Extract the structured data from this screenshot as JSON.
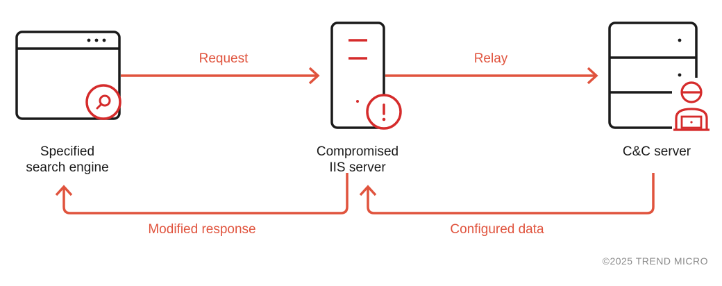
{
  "colors": {
    "stroke": "#1a1a1a",
    "accent": "#d52b2b",
    "arrow": "#e0533d",
    "muted": "#8a8a8a"
  },
  "nodes": {
    "search_engine": {
      "line1": "Specified",
      "line2": "search engine",
      "icons": [
        "browser-window-icon",
        "magnifier-icon"
      ]
    },
    "iis_server": {
      "line1": "Compromised",
      "line2": "IIS server",
      "icons": [
        "server-icon",
        "warning-icon"
      ]
    },
    "cc_server": {
      "line1": "C&C server",
      "icons": [
        "server-rack-icon",
        "hacker-icon"
      ]
    }
  },
  "flows": {
    "request": "Request",
    "relay": "Relay",
    "modified_response": "Modified response",
    "configured_data": "Configured data"
  },
  "footer": {
    "copyright": "©2025 TREND MICRO"
  }
}
